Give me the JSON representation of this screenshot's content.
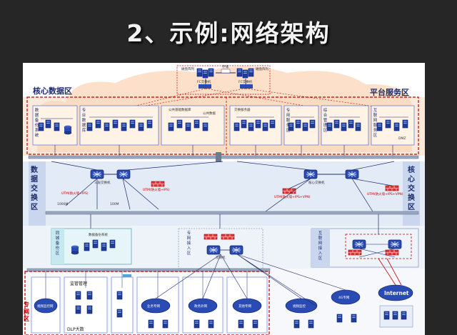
{
  "slide": {
    "title": "2、示例:网络架构"
  },
  "zones": {
    "core_data": "核心数据区",
    "platform": "平台服务区",
    "data_exchange": "数据交换区",
    "core_exchange": "核心交换区",
    "city_backup": "同城备份区",
    "dedicated_access": "专网接入区",
    "internet_access": "互联网接入区",
    "dedicated_net": "专网区"
  },
  "top": {
    "cluster_a": "磁盘阵列",
    "cluster_b": "磁盘阵列",
    "link": "存储",
    "fc_a": "FC交换机",
    "fc_b": "FC交换机"
  },
  "core_boxes": {
    "data_backup": "数据备份系统",
    "professional_db": "专业数据库",
    "public_base_db": "公共基础数据库",
    "public_data": "公共数据",
    "exchange_server": "交换服务器",
    "special_service": "专用服务区",
    "integrated_mgmt": "综合管理区",
    "internet_service": "互联网服务区",
    "dmz": "DMZ"
  },
  "devices": {
    "tri_switch": "三层交换机",
    "core_switch": "核心交换机",
    "utm_left": "UTM(防火墙+IPS)",
    "utm_mid": "UTM(防火墙+IPS)",
    "utm_right1": "UTM(防火墙+IPS+VPN)",
    "utm_right2": "UTM(防火墙+IPS+VPN)",
    "link_1000": "1000M",
    "link_100": "100M",
    "backup_system": "数据备份系统",
    "exchange_switch": "交换机",
    "internet": "Internet"
  },
  "bottom": {
    "supervision": "监管管理",
    "dlp": "DLP大数",
    "node_a": "业务专网",
    "node_b": "政务外网",
    "node_c": "其他专网",
    "node_d": "视频监控",
    "node_e": "4G专网",
    "node_f": "视频监控网"
  }
}
